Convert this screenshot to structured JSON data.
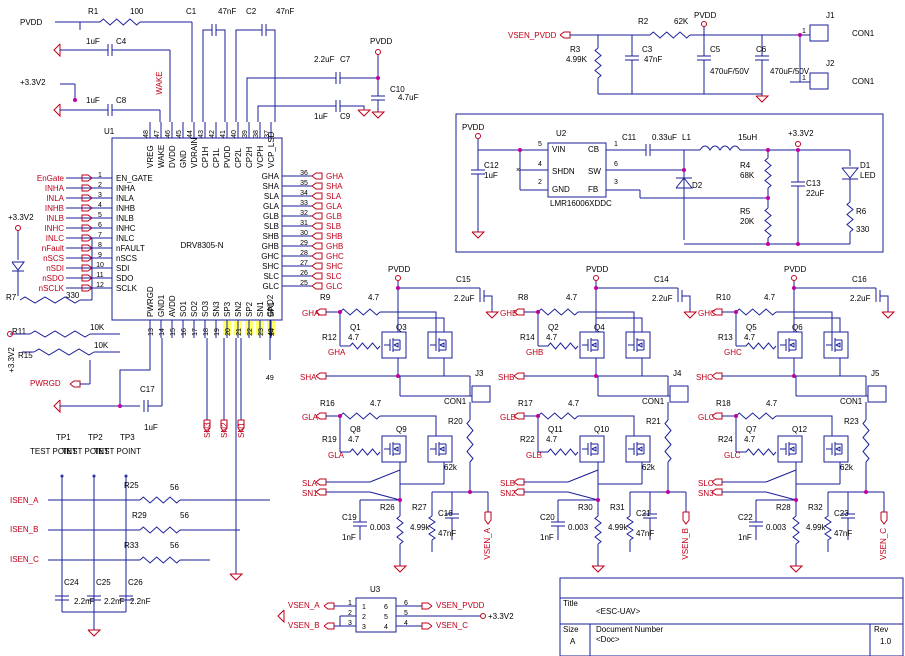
{
  "title_block": {
    "title_label": "Title",
    "title": "<ESC-UAV>",
    "size_label": "Size",
    "size": "A",
    "docnum_label": "Document Number",
    "docnum": "<Doc>",
    "rev_label": "Rev",
    "rev": "1.0"
  },
  "u1": {
    "ref": "U1",
    "part": "DRV8305-N",
    "left_pins": [
      {
        "num": "1",
        "name": "EN_GATE"
      },
      {
        "num": "2",
        "name": "INHA"
      },
      {
        "num": "3",
        "name": "INLA"
      },
      {
        "num": "4",
        "name": "INHB"
      },
      {
        "num": "5",
        "name": "INLB"
      },
      {
        "num": "6",
        "name": "INHC"
      },
      {
        "num": "7",
        "name": "INLC"
      },
      {
        "num": "8",
        "name": "nFAULT"
      },
      {
        "num": "9",
        "name": "nSCS"
      },
      {
        "num": "10",
        "name": "SDI"
      },
      {
        "num": "11",
        "name": "SDO"
      },
      {
        "num": "12",
        "name": "SCLK"
      }
    ],
    "left_nets": [
      "EnGate",
      "INHA",
      "INLA",
      "INHB",
      "INLB",
      "INHC",
      "INLC",
      "nFault",
      "nSCS",
      "nSDI",
      "nSDO",
      "nSCLK"
    ],
    "right_pins": [
      {
        "num": "36",
        "name": "GHA"
      },
      {
        "num": "35",
        "name": "SHA"
      },
      {
        "num": "34",
        "name": "SLA"
      },
      {
        "num": "33",
        "name": "GLA"
      },
      {
        "num": "32",
        "name": "GLB"
      },
      {
        "num": "31",
        "name": "SLB"
      },
      {
        "num": "30",
        "name": "SHB"
      },
      {
        "num": "29",
        "name": "GHB"
      },
      {
        "num": "28",
        "name": "GHC"
      },
      {
        "num": "27",
        "name": "SHC"
      },
      {
        "num": "26",
        "name": "SLC"
      },
      {
        "num": "25",
        "name": "GLC"
      }
    ],
    "right_nets": [
      "GHA",
      "SHA",
      "SLA",
      "GLA",
      "GLB",
      "SLB",
      "SHB",
      "GHB",
      "GHC",
      "SHC",
      "SLC",
      "GLC"
    ],
    "top_pins": [
      {
        "num": "48",
        "name": "VREG"
      },
      {
        "num": "47",
        "name": "WAKE"
      },
      {
        "num": "46",
        "name": "DVDD"
      },
      {
        "num": "45",
        "name": "GND"
      },
      {
        "num": "44",
        "name": "VDRAIN"
      },
      {
        "num": "43",
        "name": "CP1H"
      },
      {
        "num": "42",
        "name": "CP1L"
      },
      {
        "num": "41",
        "name": "PVDD"
      },
      {
        "num": "40",
        "name": "CP2L"
      },
      {
        "num": "39",
        "name": "CP2H"
      },
      {
        "num": "38",
        "name": "VCPH"
      },
      {
        "num": "37",
        "name": "VCP_LSD"
      }
    ],
    "bottom_pins": [
      {
        "num": "13",
        "name": "PWRGD"
      },
      {
        "num": "14",
        "name": "GND1"
      },
      {
        "num": "15",
        "name": "AVDD"
      },
      {
        "num": "16",
        "name": "SO1"
      },
      {
        "num": "17",
        "name": "SO2"
      },
      {
        "num": "18",
        "name": "SO3"
      },
      {
        "num": "19",
        "name": "SN3"
      },
      {
        "num": "20",
        "name": "SP3"
      },
      {
        "num": "21",
        "name": "SN2"
      },
      {
        "num": "22",
        "name": "SP2"
      },
      {
        "num": "23",
        "name": "SN1"
      },
      {
        "num": "24",
        "name": "SP1"
      },
      {
        "num": "49",
        "name": "GND2"
      }
    ],
    "wake_net": "WAKE"
  },
  "power": {
    "pvdd": "PVDD",
    "v33": "+3.3V2",
    "vsen_pvdd": "VSEN_PVDD"
  },
  "parts": {
    "R1": {
      "ref": "R1",
      "val": "100"
    },
    "C1": {
      "ref": "C1",
      "val": "47nF"
    },
    "C2": {
      "ref": "C2",
      "val": "47nF"
    },
    "C4": {
      "ref": "C4",
      "val": "1uF"
    },
    "C8": {
      "ref": "C8",
      "val": "1uF"
    },
    "C7": {
      "ref": "C7",
      "val": "2.2uF"
    },
    "C9": {
      "ref": "C9",
      "val": "1uF"
    },
    "C10": {
      "ref": "C10",
      "val": "4.7uF"
    },
    "R7": {
      "ref": "R7",
      "val": "330"
    },
    "R11": {
      "ref": "R11",
      "val": "10K"
    },
    "R15": {
      "ref": "R15",
      "val": "10K"
    },
    "C17": {
      "ref": "C17",
      "val": "1uF"
    },
    "R25": {
      "ref": "R25",
      "val": "56"
    },
    "R29": {
      "ref": "R29",
      "val": "56"
    },
    "R33": {
      "ref": "R33",
      "val": "56"
    },
    "C24": {
      "ref": "C24",
      "val": "2.2nF"
    },
    "C25": {
      "ref": "C25",
      "val": "2.2nF"
    },
    "C26": {
      "ref": "C26",
      "val": "2.2nF"
    },
    "R2": {
      "ref": "R2",
      "val": "62K"
    },
    "R3": {
      "ref": "R3",
      "val": "4.99K"
    },
    "C3": {
      "ref": "C3",
      "val": "47nF"
    },
    "C5": {
      "ref": "C5",
      "val": "470uF/50V"
    },
    "C6": {
      "ref": "C6",
      "val": "470uF/50V"
    },
    "U2": {
      "ref": "U2",
      "val": "LMR16006XDDC"
    },
    "C11": {
      "ref": "C11",
      "val": "0.33uF"
    },
    "L1": {
      "ref": "L1",
      "val": "15uH"
    },
    "C12": {
      "ref": "C12",
      "val": "1uF"
    },
    "R4": {
      "ref": "R4",
      "val": "68K"
    },
    "R5": {
      "ref": "R5",
      "val": "20K"
    },
    "C13": {
      "ref": "C13",
      "val": "22uF"
    },
    "D1": {
      "ref": "D1",
      "val": "LED"
    },
    "D2": {
      "ref": "D2",
      "val": ""
    },
    "R6": {
      "ref": "R6",
      "val": "330"
    },
    "U3": {
      "ref": "U3",
      "val": ""
    }
  },
  "u2_pins": {
    "vin": "VIN",
    "shdn": "SHDN",
    "gnd": "GND",
    "cb": "CB",
    "sw": "SW",
    "fb": "FB",
    "p5": "5",
    "p4": "4",
    "p2": "2",
    "p1": "1",
    "p6": "6",
    "p3": "3"
  },
  "connectors": [
    {
      "ref": "J1",
      "label": "CON1",
      "pin": "1"
    },
    {
      "ref": "J2",
      "label": "CON1",
      "pin": "1"
    }
  ],
  "test_points": [
    {
      "ref": "TP1",
      "label": "TEST POINT"
    },
    {
      "ref": "TP2",
      "label": "TEST POINT"
    },
    {
      "ref": "TP3",
      "label": "TEST POINT"
    }
  ],
  "isen": [
    "ISEN_A",
    "ISEN_B",
    "ISEN_C"
  ],
  "sn_labels": [
    "SN3",
    "SN2",
    "SN1"
  ],
  "phases": [
    {
      "gh": "GHA",
      "sh": "SHA",
      "gl": "GLA",
      "sl": "SLA",
      "sn": "SN1",
      "vsen": "VSEN_A",
      "Ctop": "C15",
      "Ctop_val": "2.2uF",
      "Rg": "R9",
      "Rg_val": "4.7",
      "Rp": "R12",
      "Rp_val": "4.7",
      "Qa": "Q1",
      "Qb": "Q3",
      "Rgl": "R16",
      "Rgl_val": "4.7",
      "Rpl": "R19",
      "Rpl_val": "4.7",
      "Ql1": "Q8",
      "Ql2": "Q9",
      "J": "J3",
      "J_label": "CON1",
      "Rd": "R20",
      "Rd_val": "62k",
      "Rs": "R26",
      "Rs_val": "0.003",
      "Rv": "R27",
      "Rv_val": "4.99k",
      "Cv": "C16",
      "Cv_val": "47nF",
      "Cs": "C19",
      "Cs_val": "1nF"
    },
    {
      "gh": "GHB",
      "sh": "SHB",
      "gl": "GLB",
      "sl": "SLB",
      "sn": "SN2",
      "vsen": "VSEN_B",
      "Ctop": "C14",
      "Ctop_val": "2.2uF",
      "Rg": "R8",
      "Rg_val": "4.7",
      "Rp": "R14",
      "Rp_val": "4.7",
      "Qa": "Q2",
      "Qb": "Q4",
      "Rgl": "R17",
      "Rgl_val": "4.7",
      "Rpl": "R22",
      "Rpl_val": "4.7",
      "Ql1": "Q11",
      "Ql2": "Q10",
      "J": "J4",
      "J_label": "CON1",
      "Rd": "R21",
      "Rd_val": "62k",
      "Rs": "R30",
      "Rs_val": "0.003",
      "Rv": "R31",
      "Rv_val": "4.99k",
      "Cv": "C21",
      "Cv_val": "47nF",
      "Cs": "C20",
      "Cs_val": "1nF"
    },
    {
      "gh": "GHC",
      "sh": "SHC",
      "gl": "GLC",
      "sl": "SLC",
      "sn": "SN3",
      "vsen": "VSEN_C",
      "Ctop": "C16",
      "Ctop_val": "2.2uF",
      "Rg": "R10",
      "Rg_val": "4.7",
      "Rp": "R13",
      "Rp_val": "4.7",
      "Qa": "Q5",
      "Qb": "Q6",
      "Rgl": "R18",
      "Rgl_val": "4.7",
      "Rpl": "R24",
      "Rpl_val": "4.7",
      "Ql1": "Q7",
      "Ql2": "Q12",
      "J": "J5",
      "J_label": "CON1",
      "Rd": "R23",
      "Rd_val": "62k",
      "Rs": "R28",
      "Rs_val": "0.003",
      "Rv": "R32",
      "Rv_val": "4.99k",
      "Cv": "C23",
      "Cv_val": "47nF",
      "Cs": "C22",
      "Cs_val": "1nF"
    }
  ],
  "u3": {
    "left_nets": [
      "VSEN_A",
      "VSEN_B"
    ],
    "right_nets": [
      "VSEN_PVDD",
      "VSEN_C"
    ],
    "pins_l": [
      "1",
      "2",
      "3"
    ],
    "pins_r": [
      "6",
      "5",
      "4"
    ],
    "v33": "+3.3V2"
  }
}
